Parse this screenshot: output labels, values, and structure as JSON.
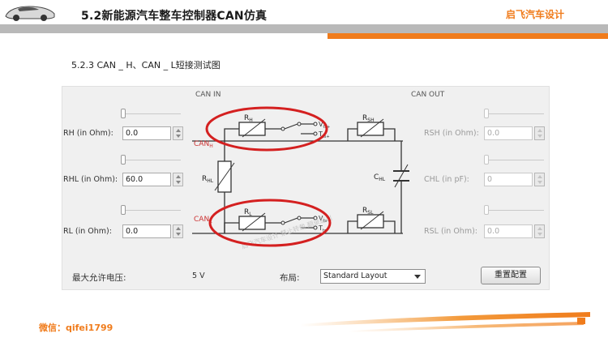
{
  "header": {
    "title": "5.2新能源汽车整车控制器CAN仿真",
    "brand": "启飞汽车设计"
  },
  "section_title": "5.2.3 CAN _ H、CAN _ L短接测试图",
  "panel": {
    "can_in_label": "CAN IN",
    "can_out_label": "CAN OUT",
    "left_params": [
      {
        "label": "RH (in Ohm):",
        "value": "0.0"
      },
      {
        "label": "RHL (in Ohm):",
        "value": "60.0"
      },
      {
        "label": "RL (in Ohm):",
        "value": "0.0"
      }
    ],
    "right_params": [
      {
        "label": "RSH (in Ohm):",
        "value": "0.0"
      },
      {
        "label": "CHL (in pF):",
        "value": "0"
      },
      {
        "label": "RSL (in Ohm):",
        "value": "0.0"
      }
    ],
    "circuit": {
      "rh": "R",
      "rh_sub": "H",
      "rhl": "R",
      "rhl_sub": "HL",
      "rl": "R",
      "rl_sub": "L",
      "rsh": "R",
      "rsh_sub": "SH",
      "rsl": "R",
      "rsl_sub": "SL",
      "chl": "C",
      "chl_sub": "HL",
      "can_h": "CAN",
      "can_h_sub": "H",
      "can_l": "CAN",
      "can_l_sub": "L",
      "v_top": "V",
      "v_top_sub": "ts+",
      "t_top": "T",
      "t_top_sub": "ts+",
      "v_bot": "V",
      "v_bot_sub": "ts-",
      "t_bot": "T",
      "t_bot_sub": "ts-"
    },
    "max_voltage_label": "最大允许电压:",
    "max_voltage_value": "5 V",
    "layout_label": "布局:",
    "layout_selected": "Standard Layout",
    "reset_button": "重置配置",
    "watermark": "启飞汽车设计 禁止转载 翻录必出"
  },
  "footer": {
    "wechat": "微信：qifei1799"
  },
  "colors": {
    "accent": "#f07c1c",
    "header_grey": "#b9b9b9",
    "highlight_red": "#d42020"
  }
}
